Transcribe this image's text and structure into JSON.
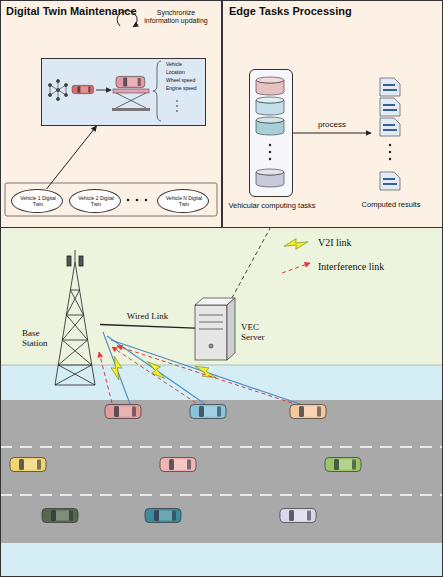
{
  "diagram": {
    "nodes": [
      {
        "text": [
          "Digital Twin Maintenance"
        ]
      },
      {
        "text": [
          "Vehicle",
          "Location",
          "Wheel speed",
          "Engine speed"
        ],
        "in": 0
      },
      {
        "text": [
          "Vehicle 1 Digital Twin"
        ],
        "in": 0
      },
      {
        "text": [
          "Vehicle 2 Digital Twin"
        ],
        "in": 0
      },
      {
        "text": [
          "Vehicle N Digital Twin"
        ],
        "in": 0
      },
      {
        "text": [
          "Edge Tasks Processing"
        ]
      },
      {
        "text": [
          "Vehicular computing tasks"
        ],
        "in": 5
      },
      {
        "text": [
          "Computed results"
        ],
        "in": 5
      },
      {
        "text": [
          "Base Station"
        ]
      },
      {
        "text": [
          "VEC Server"
        ]
      }
    ],
    "edges": [
      {
        "from": 2,
        "to": 1,
        "arrow": "to"
      },
      {
        "from": 6,
        "to": 7,
        "label": "process",
        "arrow": "to"
      },
      {
        "from": 8,
        "to": 9,
        "label": "Wired Link",
        "arrow": "none"
      },
      {
        "from": 9,
        "to": 5,
        "arrow": "none"
      }
    ],
    "labels": [
      "Synchronize information updating"
    ],
    "legend": [
      {
        "text": "V2I link"
      },
      {
        "text": "Interference link"
      }
    ]
  }
}
